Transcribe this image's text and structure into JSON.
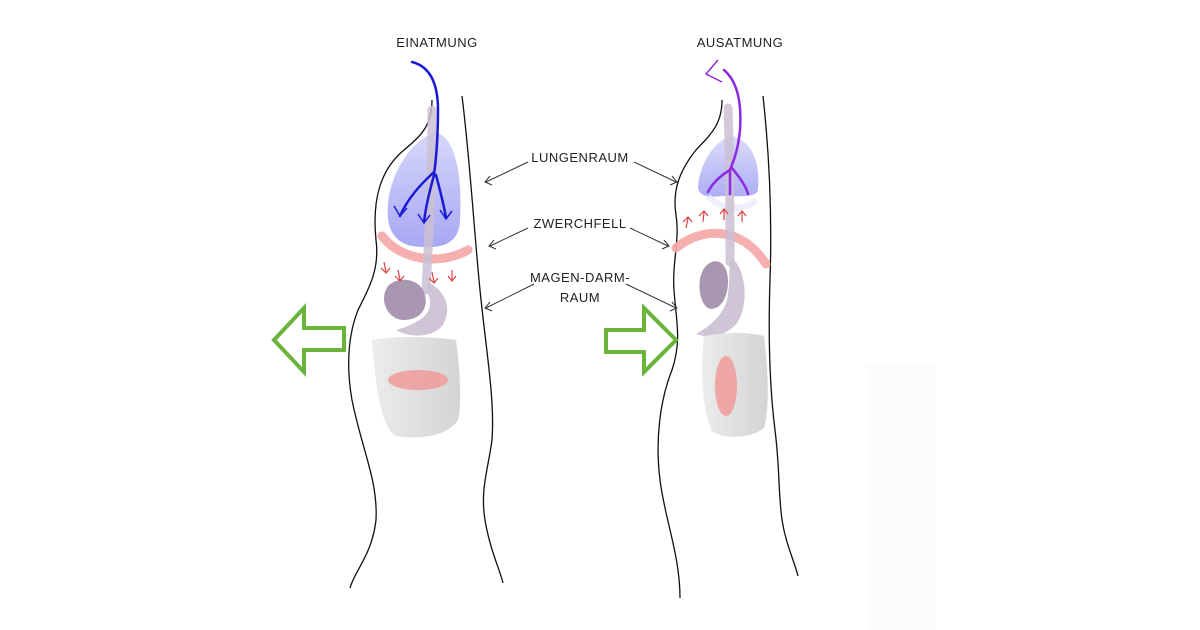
{
  "titles": {
    "inhale": "EINATMUNG",
    "exhale": "AUSATMUNG"
  },
  "labels": {
    "lung": "LUNGENRAUM",
    "diaphragm": "ZWERCHFELL",
    "gut_line1": "MAGEN-DARM-",
    "gut_line2": "RAUM"
  },
  "colors": {
    "outline": "#111111",
    "lung_fill": "#b9b9f5",
    "airway_inhale": "#1a1ad6",
    "airway_exhale": "#8b2be2",
    "diaphragm": "#f4a6a6",
    "organ_dark": "#a996b0",
    "organ_light": "#cbbfd3",
    "abdomen": "#dcdcdc",
    "abdomen_mark": "#ef9a9a",
    "small_arrows": "#e04040",
    "big_arrow": "#6ab43c"
  },
  "icons": {
    "inhale_arrow": "arrow-left-outline",
    "exhale_arrow": "arrow-right-outline"
  }
}
